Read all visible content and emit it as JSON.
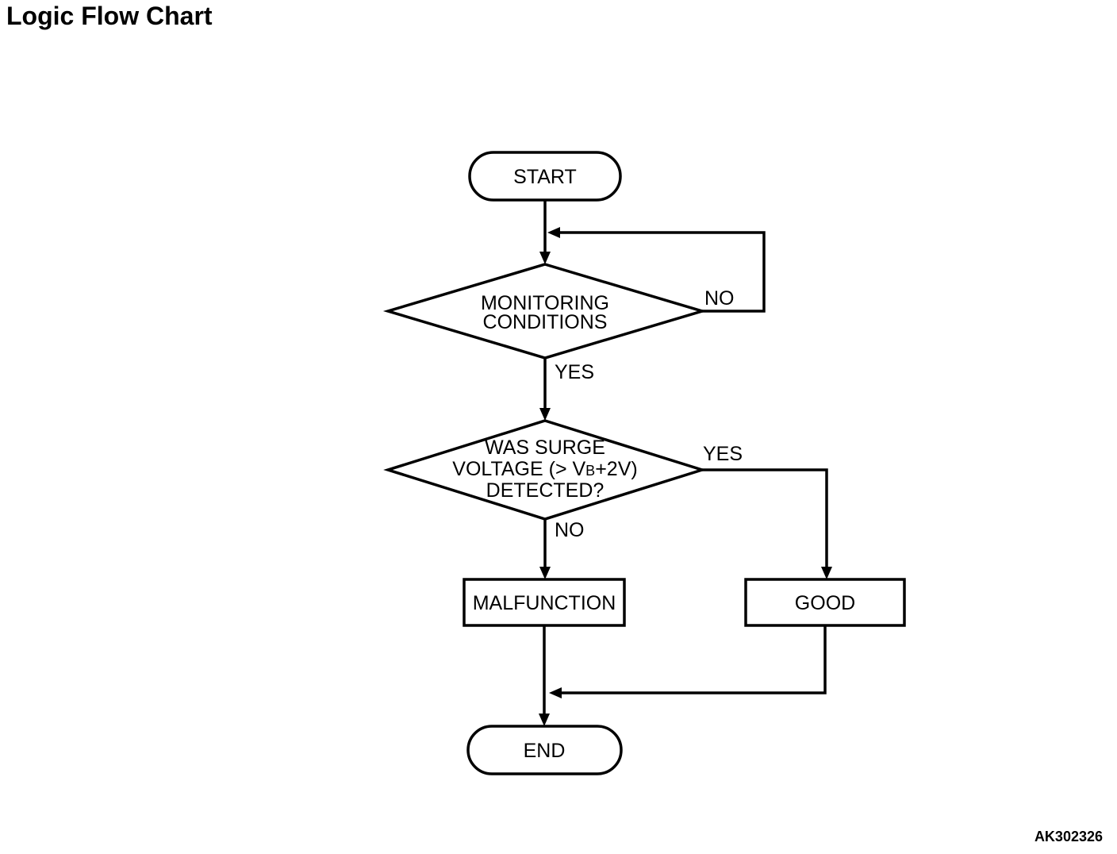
{
  "page": {
    "title": "Logic Flow Chart",
    "figure_code": "AK302326",
    "colors": {
      "background": "#ffffff",
      "line": "#000000",
      "text": "#000000"
    }
  },
  "flowchart": {
    "nodes": {
      "start": {
        "type": "terminator",
        "label": "START"
      },
      "monitoring": {
        "type": "decision",
        "lines": [
          "MONITORING",
          "CONDITIONS"
        ]
      },
      "surge": {
        "type": "decision",
        "line1": "WAS SURGE",
        "line2_pre": "VOLTAGE (> V",
        "line2_sub": "B",
        "line2_post": "+2V)",
        "line3": "DETECTED?"
      },
      "malfunction": {
        "type": "process",
        "label": "MALFUNCTION"
      },
      "good": {
        "type": "process",
        "label": "GOOD"
      },
      "end": {
        "type": "terminator",
        "label": "END"
      }
    },
    "edges": {
      "monitoring_no": "NO",
      "monitoring_yes": "YES",
      "surge_yes": "YES",
      "surge_no": "NO"
    }
  }
}
